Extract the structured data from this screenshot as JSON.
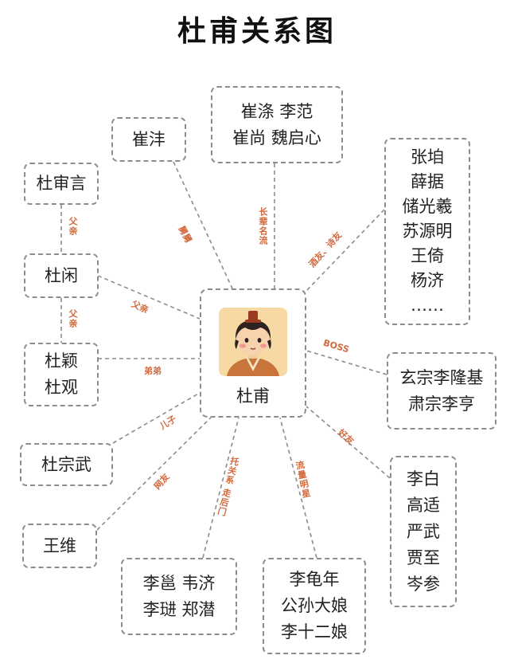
{
  "title": "杜甫关系图",
  "center": {
    "name": "杜甫"
  },
  "nodes": {
    "cuitao": [
      "崔沣"
    ],
    "shenyan": [
      "杜审言"
    ],
    "xian": [
      "杜闲"
    ],
    "brothers": [
      "杜颖",
      "杜观"
    ],
    "zongwu": [
      "杜宗武"
    ],
    "wangwei": [
      "王维"
    ],
    "patrons": [
      "李邕 韦济",
      "李琎 郑潜"
    ],
    "entertainers": [
      "李龟年",
      "公孙大娘",
      "李十二娘"
    ],
    "friends": [
      "李白",
      "高适",
      "严武",
      "贾至",
      "岑参"
    ],
    "emperors": [
      "玄宗李隆基",
      "肃宗李亨"
    ],
    "drinkers": [
      "张垍",
      "薛据",
      "储光羲",
      "苏源明",
      "王倚",
      "杨济",
      "……"
    ],
    "elders": [
      "崔涤 李范",
      "崔尚 魏启心"
    ]
  },
  "relations": {
    "father1": "父亲",
    "father2": "父亲",
    "uncle": "舅舅",
    "elders": "长辈名流",
    "drinkers": "酒友、诗友",
    "boss": "BOSS",
    "friends": "好友",
    "entertainers": "流量明星",
    "patrons": "托关系 走后门",
    "wangwei": "网友",
    "son": "儿子",
    "brothers": "弟弟",
    "father3": "父亲"
  },
  "colors": {
    "accent": "#d2693c",
    "border": "#8c8c8c",
    "avatar_bg": "#f7d9a4"
  }
}
